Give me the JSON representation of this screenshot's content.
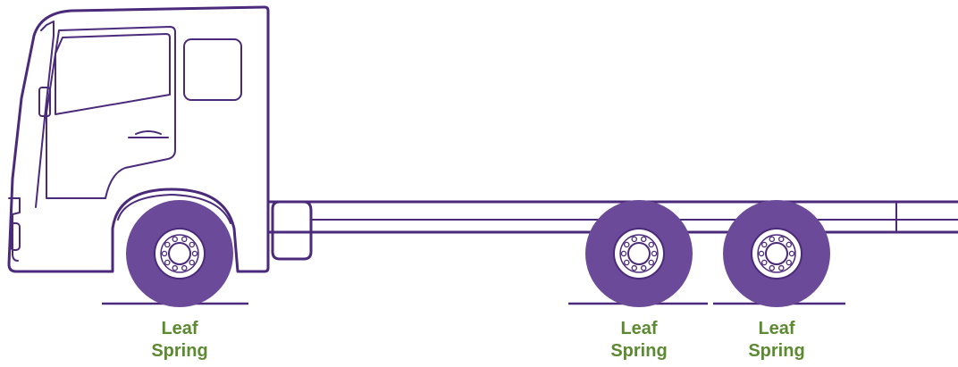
{
  "colors": {
    "outline": "#4b2a7b",
    "tire": "#6b4a99",
    "hub": "#ffffff",
    "label": "#5b8a30"
  },
  "labels": [
    {
      "line1": "Leaf",
      "line2": "Spring"
    },
    {
      "line1": "Leaf",
      "line2": "Spring"
    },
    {
      "line1": "Leaf",
      "line2": "Spring"
    }
  ]
}
